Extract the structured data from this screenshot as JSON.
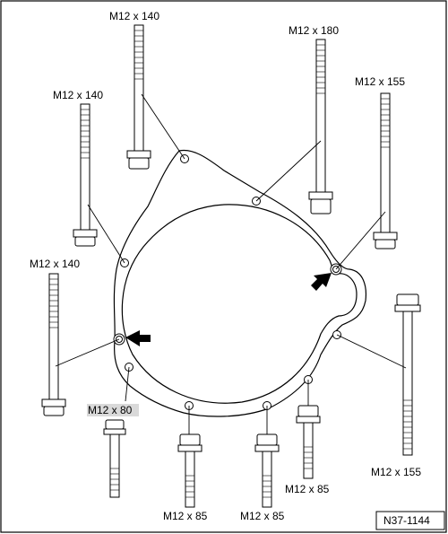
{
  "labels": {
    "top_left": "M12 x 140",
    "upper_left": "M12 x 140",
    "left": "M12 x 140",
    "top_center": "M12 x 180",
    "top_right": "M12 x 155",
    "bottom_right": "M12 x 155",
    "lower_left_highlight": "M12 x 80",
    "bottom_1": "M12 x 85",
    "bottom_2": "M12 x 85",
    "bottom_3": "M12 x 85"
  },
  "figure_id": "N37-1144",
  "colors": {
    "line": "#000000",
    "highlight": "#d9d9d9",
    "background": "#ffffff"
  },
  "icons": {
    "arrow": "black-pointer-arrow"
  }
}
